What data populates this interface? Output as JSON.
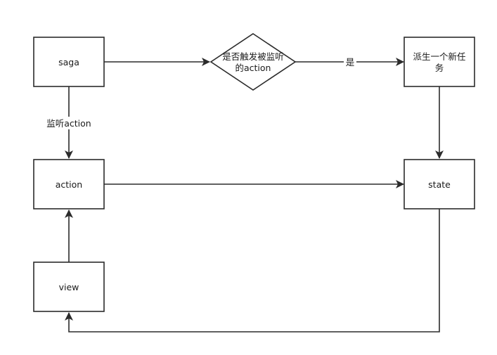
{
  "diagram": {
    "nodes": {
      "saga": {
        "label": "saga"
      },
      "decision": {
        "label_line1": "是否触发被监听",
        "label_line2": "的action"
      },
      "spawn": {
        "label_line1": "派生一个新任",
        "label_line2": "务"
      },
      "action": {
        "label": "action"
      },
      "state": {
        "label": "state"
      },
      "view": {
        "label": "view"
      }
    },
    "edges": {
      "saga_to_action": {
        "label": "监听action"
      },
      "decision_to_spawn": {
        "label": "是"
      }
    },
    "colors": {
      "stroke": "#2b2b2b",
      "text": "#1a1a1a",
      "background": "#ffffff"
    }
  }
}
